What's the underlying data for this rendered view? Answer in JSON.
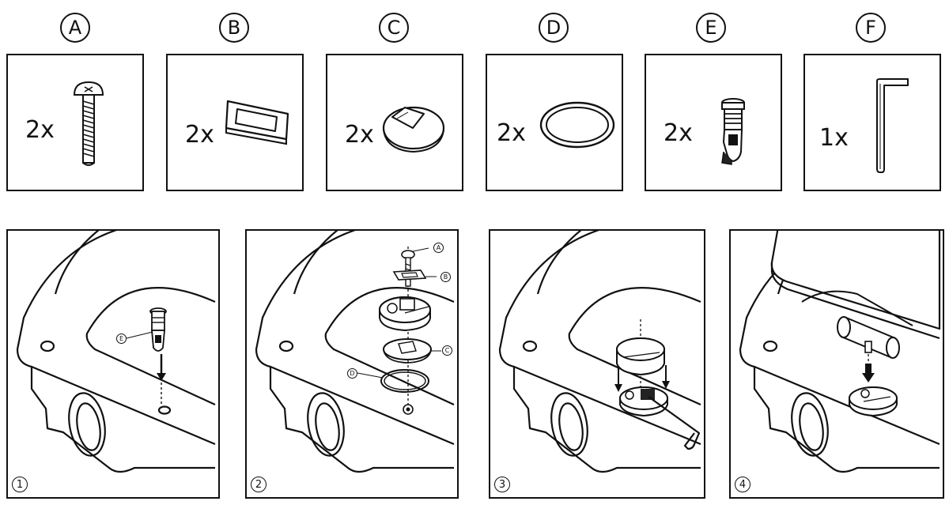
{
  "parts": [
    {
      "letter": "A",
      "qty": "2x",
      "icon": "screw-icon"
    },
    {
      "letter": "B",
      "qty": "2x",
      "icon": "rectangular-washer-icon"
    },
    {
      "letter": "C",
      "qty": "2x",
      "icon": "round-plate-icon"
    },
    {
      "letter": "D",
      "qty": "2x",
      "icon": "o-ring-icon"
    },
    {
      "letter": "E",
      "qty": "2x",
      "icon": "expansion-anchor-icon"
    },
    {
      "letter": "F",
      "qty": "1x",
      "icon": "hex-key-icon"
    }
  ],
  "steps": [
    {
      "number": "1",
      "callouts": [
        "E"
      ]
    },
    {
      "number": "2",
      "callouts": [
        "A",
        "B",
        "C",
        "D"
      ]
    },
    {
      "number": "3",
      "callouts": []
    },
    {
      "number": "4",
      "callouts": []
    }
  ]
}
